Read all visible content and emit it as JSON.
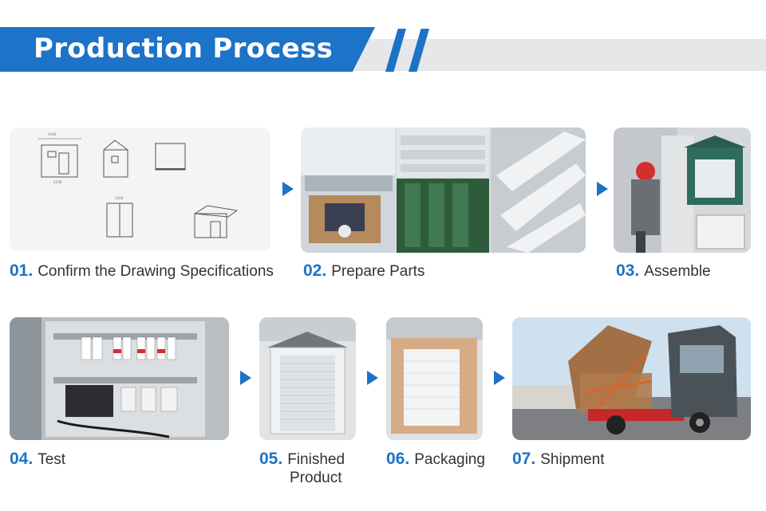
{
  "header": {
    "title": "Production Process"
  },
  "colors": {
    "accent": "#1c73c7",
    "band": "#e6e7e9"
  },
  "steps": [
    {
      "number": "01.",
      "label": "Confirm the Drawing Specifications"
    },
    {
      "number": "02.",
      "label": "Prepare Parts"
    },
    {
      "number": "03.",
      "label": "Assemble"
    },
    {
      "number": "04.",
      "label": "Test"
    },
    {
      "number": "05.",
      "label_line1": "Finished",
      "label_line2": "Product"
    },
    {
      "number": "06.",
      "label": "Packaging"
    },
    {
      "number": "07.",
      "label": "Shipment"
    }
  ],
  "icons": {
    "arrow": "arrow-right-icon"
  }
}
